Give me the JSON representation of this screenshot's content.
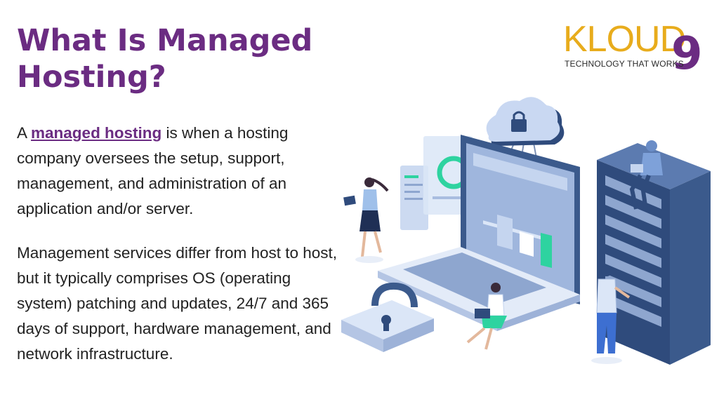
{
  "slide": {
    "title": "What Is Managed Hosting?",
    "paragraph1": {
      "prefix": "A ",
      "link": "managed hosting",
      "suffix": " is when a hosting company oversees the setup, support, management, and administration of an application and/or server."
    },
    "paragraph2": "Management services differ from host to host, but it typically comprises OS (operating system) patching and updates, 24/7 and 365 days of support, hardware management, and network infrastructure."
  },
  "logo": {
    "word": "KLOUD",
    "nine": "9",
    "tagline": "TECHNOLOGY THAT WORKS"
  },
  "colors": {
    "title": "#6b2c82",
    "logo_yellow": "#e8ac1c",
    "logo_purple": "#6b2c82",
    "server_dark": "#3b5a8c",
    "accent_green": "#2ed3a0"
  },
  "icons": [
    "cloud-lock-icon",
    "padlock-icon",
    "server-rack-icon",
    "laptop-icon"
  ]
}
